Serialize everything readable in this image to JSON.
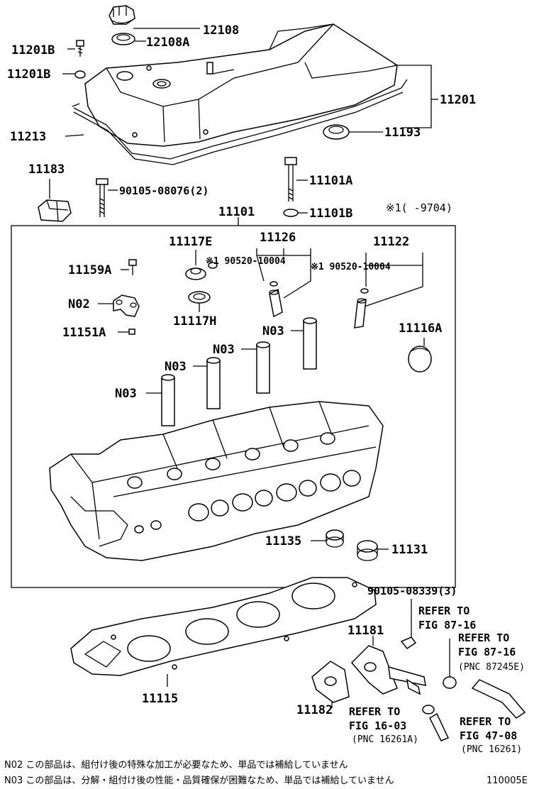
{
  "labels": {
    "p12108": "12108",
    "p12108a": "12108A",
    "p11201b_top": "11201B",
    "p11201b_mid": "11201B",
    "p11201": "11201",
    "p11213": "11213",
    "p11193": "11193",
    "p11183": "11183",
    "p90105_08076": "90105-08076(2)",
    "p11101a": "11101A",
    "p11101b": "11101B",
    "note_date": "※1(    -9704)",
    "p11101": "11101",
    "p11117e": "11117E",
    "p11126": "11126",
    "p11122": "11122",
    "p11159a": "11159A",
    "p90520_left": "※1 90520-10004",
    "p90520_right": "※1 90520-10004",
    "p_n02": "N02",
    "p11151a": "11151A",
    "p11117h": "11117H",
    "p_n03_a": "N03",
    "p_n03_b": "N03",
    "p_n03_c": "N03",
    "p_n03_d": "N03",
    "p11116a": "11116A",
    "p11135": "11135",
    "p11131": "11131",
    "p90105_08339": "90105-08339(3)",
    "p11181": "11181",
    "refer1_a": "REFER TO",
    "refer1_b": "FIG 87-16",
    "refer2_a": "REFER TO",
    "refer2_b": "FIG 87-16",
    "refer2_c": "(PNC 87245E)",
    "p11115": "11115",
    "p11182": "11182",
    "refer3_a": "REFER TO",
    "refer3_b": "FIG 16-03",
    "refer3_c": "(PNC 16261A)",
    "refer4_a": "REFER TO",
    "refer4_b": "FIG 47-08",
    "refer4_c": "(PNC 16261)"
  },
  "notes": {
    "n02": "N02 この部品は、組付け後の特殊な加工が必要なため、単品では補給していません",
    "n03": "N03 この部品は、分解・組付け後の性能・品質確保が困難なため、単品では補給していません"
  },
  "figure_id": "110005E"
}
